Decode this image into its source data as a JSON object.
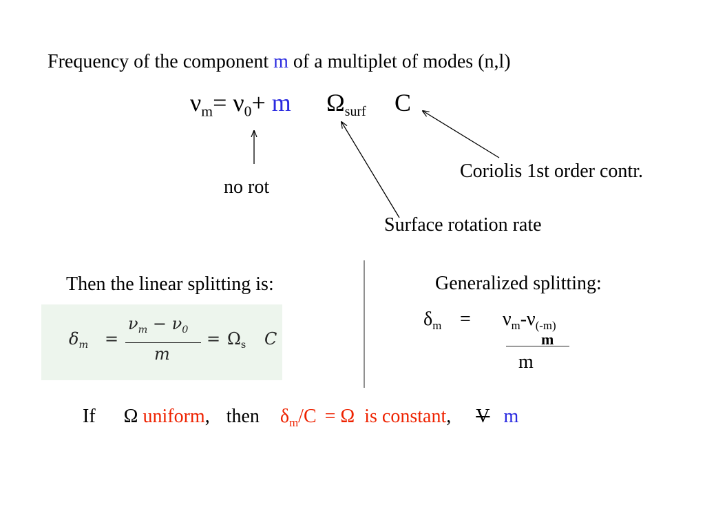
{
  "heading": {
    "pre": "Frequency of the component ",
    "m": "m",
    "post": " of a multiplet of  modes (n,l)"
  },
  "main_eq": {
    "nu": "ν",
    "sub_m": "m",
    "eq": "= ",
    "nu0": "ν",
    "sub_0": "0",
    "plus": "+ ",
    "m": "m",
    "omega": "Ω",
    "sub_surf": "surf",
    "c": "C"
  },
  "labels": {
    "no_rot": "no rot",
    "surface_rotation": "Surface rotation rate",
    "coriolis": "Coriolis 1st order contr."
  },
  "linear": {
    "title": "Then the linear splitting is:",
    "delta": "δ",
    "sub_m": "m",
    "eq1": "=",
    "num": "ν",
    "num_sub_m": "m",
    "num_minus": " − ν",
    "num_sub_0": "0",
    "den": "m",
    "eq2": "=",
    "omega": "Ω",
    "sub_s": "s",
    "c": "C"
  },
  "generalized": {
    "title": "Generalized splitting:",
    "delta": "δ",
    "sub_m": "m",
    "eq": "=",
    "nu": "ν",
    "nu_sub_m": "m",
    "minus": "-ν",
    "nu_sub_negm": "(-m)",
    "num_overlay": "m",
    "den": "m"
  },
  "bottom": {
    "if": "If",
    "omega": "Ω",
    "uniform": "uniform",
    "comma1": ",",
    "then": "then",
    "delta": "δ",
    "sub_m": "m",
    "over_c": "/C",
    "eq": "= Ω",
    "is_constant": "is constant",
    "comma2": ",",
    "forall": "V",
    "m": "m"
  }
}
